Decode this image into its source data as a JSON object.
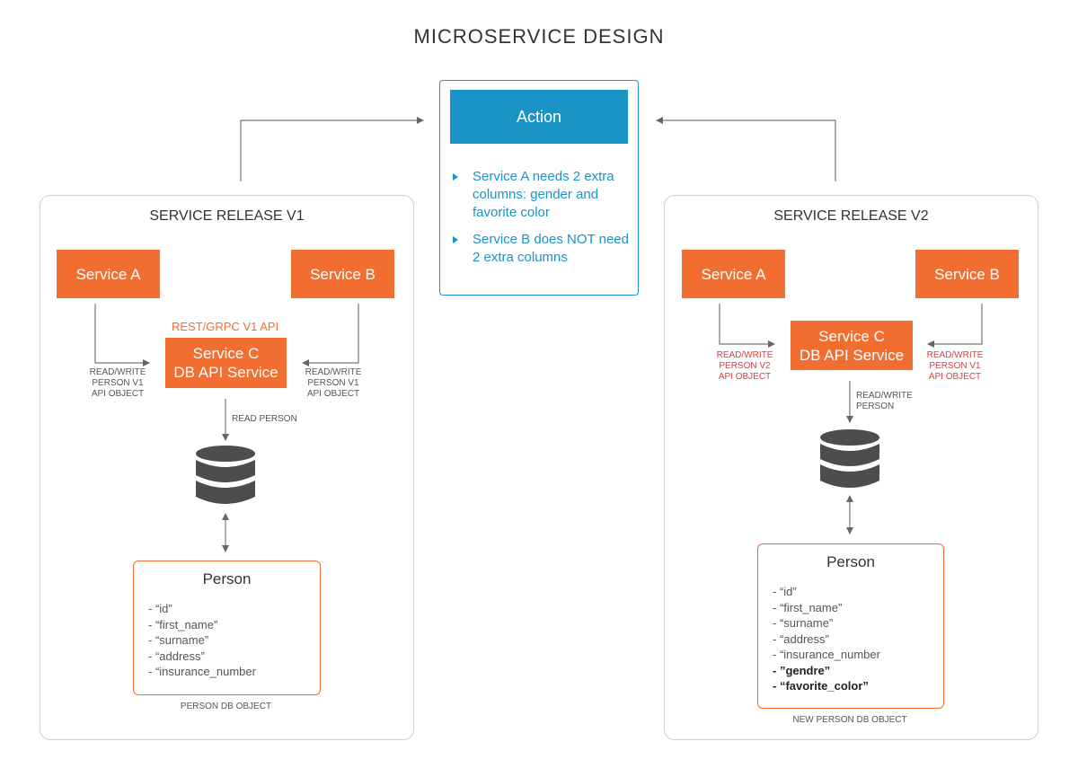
{
  "title": "MICROSERVICE DESIGN",
  "action": {
    "heading": "Action",
    "bullets": [
      "Service A needs 2 extra columns: gender and favorite color",
      "Service B does NOT need 2 extra columns"
    ]
  },
  "v1": {
    "title": "SERVICE RELEASE V1",
    "service_a": "Service A",
    "service_b": "Service B",
    "api_label": "REST/GRPC V1 API",
    "service_c_line1": "Service C",
    "service_c_line2": "DB API Service",
    "left_label": [
      "READ/WRITE",
      "PERSON V1",
      "API OBJECT"
    ],
    "right_label": [
      "READ/WRITE",
      "PERSON V1",
      "API OBJECT"
    ],
    "db_label": "READ PERSON",
    "person_title": "Person",
    "fields": [
      "- “id”",
      "- “first_name”",
      "- “surname”",
      "- “address”",
      "- “insurance_number"
    ],
    "caption": "PERSON DB OBJECT"
  },
  "v2": {
    "title": "SERVICE RELEASE V2",
    "service_a": "Service A",
    "service_b": "Service B",
    "service_c_line1": "Service C",
    "service_c_line2": "DB API Service",
    "left_label": [
      "READ/WRITE",
      "PERSON V2",
      "API OBJECT"
    ],
    "right_label": [
      "READ/WRITE",
      "PERSON V1",
      "API OBJECT"
    ],
    "db_label": [
      "READ/WRITE",
      "PERSON"
    ],
    "person_title": "Person",
    "fields": [
      "- “id”",
      "- “first_name”",
      "- “surname”",
      "- “address”",
      "- “insurance_number"
    ],
    "new_fields": [
      "- ”gendre”",
      "- “favorite_color”"
    ],
    "caption": "NEW PERSON DB OBJECT"
  },
  "colors": {
    "orange": "#f26d30",
    "blue": "#1a93c7",
    "red_label": "#e03c3c",
    "db_icon": "#4d4d4d"
  },
  "icons": [
    "database-icon",
    "arrow-icon",
    "triangle-bullet-icon"
  ]
}
